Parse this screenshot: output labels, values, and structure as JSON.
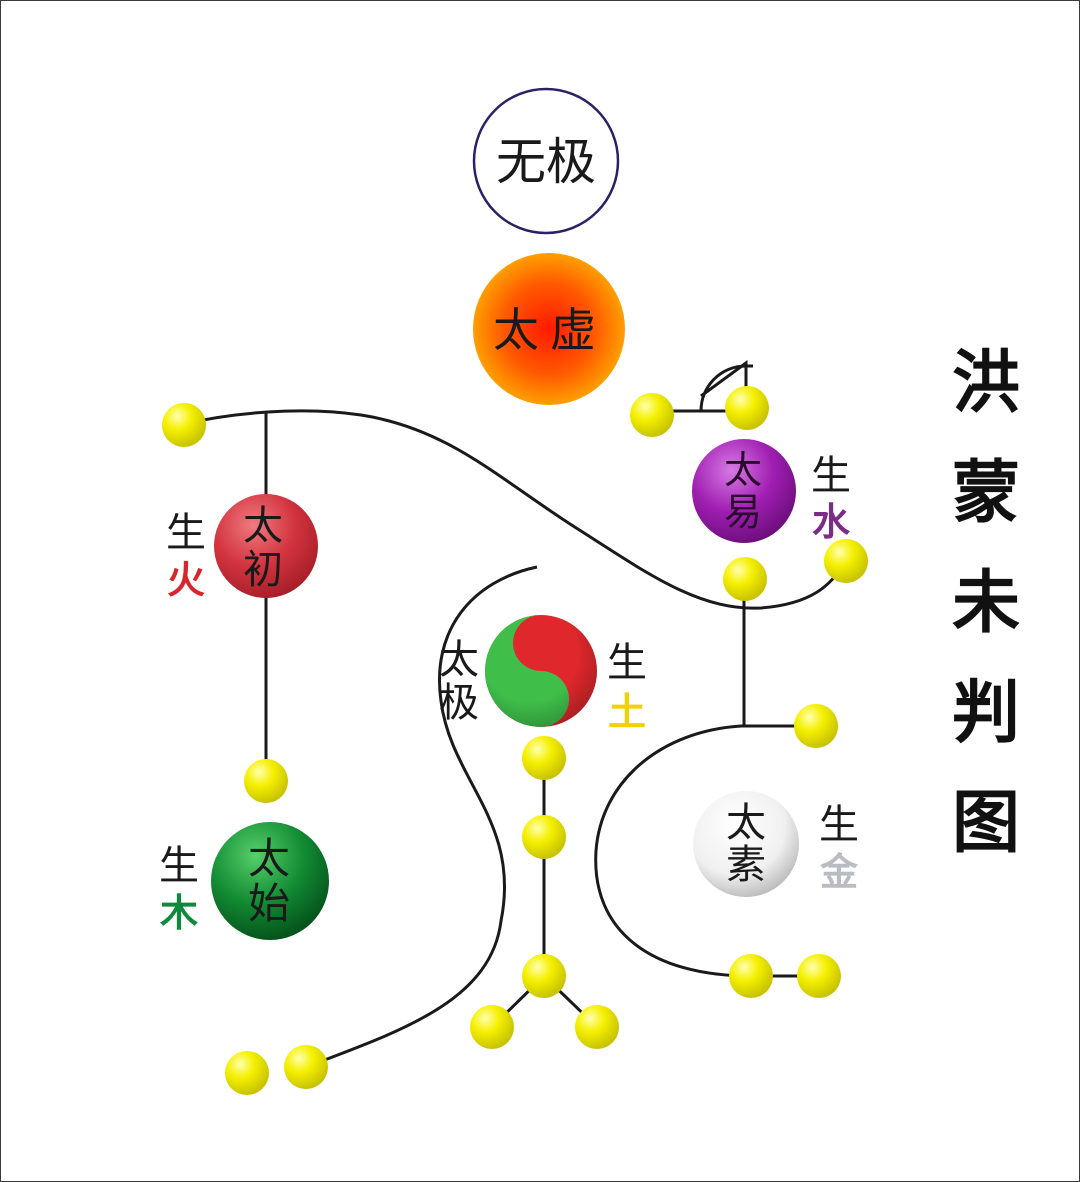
{
  "title": [
    "洪",
    "蒙",
    "未",
    "判",
    "图"
  ],
  "wuji": {
    "label": "无极",
    "stroke": "#2b2266"
  },
  "taixu": {
    "chars": [
      "太",
      "虚"
    ]
  },
  "taichu": {
    "chars": [
      "太",
      "初"
    ],
    "sheng": "生",
    "element": "火",
    "element_color": "#d9262a"
  },
  "taishi": {
    "chars": [
      "太",
      "始"
    ],
    "sheng": "生",
    "element": "木",
    "element_color": "#0f8a3c"
  },
  "taiji": {
    "chars": [
      "太",
      "极"
    ],
    "sheng": "生",
    "element": "土",
    "element_color": "#f2d100"
  },
  "taiyi": {
    "chars": [
      "太",
      "易"
    ],
    "sheng": "生",
    "element": "水",
    "element_color": "#7a2c86"
  },
  "taisu": {
    "chars": [
      "太",
      "素"
    ],
    "sheng": "生",
    "element": "金",
    "element_color": "#b9bcc2"
  },
  "colors": {
    "line": "#1a1a1a",
    "yellow_node": "#f5f000",
    "taichu": "#c8323c",
    "taishi": "#0d7a2e",
    "taiyi": "#8e1e9e",
    "taiji_green": "#3fbf4a",
    "taiji_red": "#e0282c"
  }
}
